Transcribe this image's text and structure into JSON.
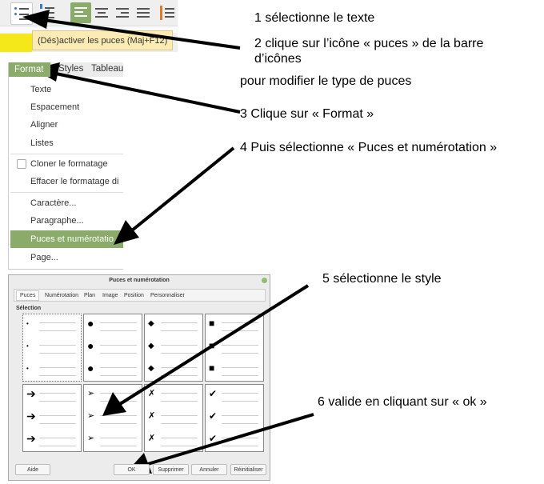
{
  "toolbar": {
    "tooltip": "(Dés)activer les puces (Maj+F12)",
    "buttons": [
      "bullets-toggle",
      "numbering-toggle",
      "align-left",
      "align-center",
      "align-right",
      "justify",
      "line-spacing"
    ]
  },
  "menu": {
    "menubar": [
      "Format",
      "Styles",
      "Tableau"
    ],
    "items": [
      "Texte",
      "Espacement",
      "Aligner",
      "Listes",
      "Cloner le formatage",
      "Effacer le formatage di",
      "Caractère...",
      "Paragraphe...",
      "Puces et numérotatio",
      "Page..."
    ]
  },
  "dialog": {
    "title": "Puces et numérotation",
    "tabs": [
      "Puces",
      "Numérotation",
      "Plan",
      "Image",
      "Position",
      "Personnaliser"
    ],
    "section": "Sélection",
    "bullet_styles": [
      "•",
      "●",
      "◆",
      "■",
      "➔",
      "➢",
      "✗",
      "✔"
    ],
    "buttons": {
      "help": "Aide",
      "ok": "OK",
      "delete": "Supprimer",
      "cancel": "Annuler",
      "reset": "Réinitialiser"
    }
  },
  "notes": {
    "step1": "1 sélectionne le texte",
    "step2a": "2 clique sur l’icône « puces » de la barre",
    "step2b": "d’icônes",
    "step2c": "pour modifier le type de puces",
    "step3": "3 Clique sur « Format »",
    "step4": "4 Puis sélectionne « Puces et numérotation »",
    "step5": "5  sélectionne le style",
    "step6": "6 valide en cliquant sur « ok »"
  },
  "colors": {
    "accent": "#8aab6a",
    "tooltip": "#fcecb4"
  }
}
